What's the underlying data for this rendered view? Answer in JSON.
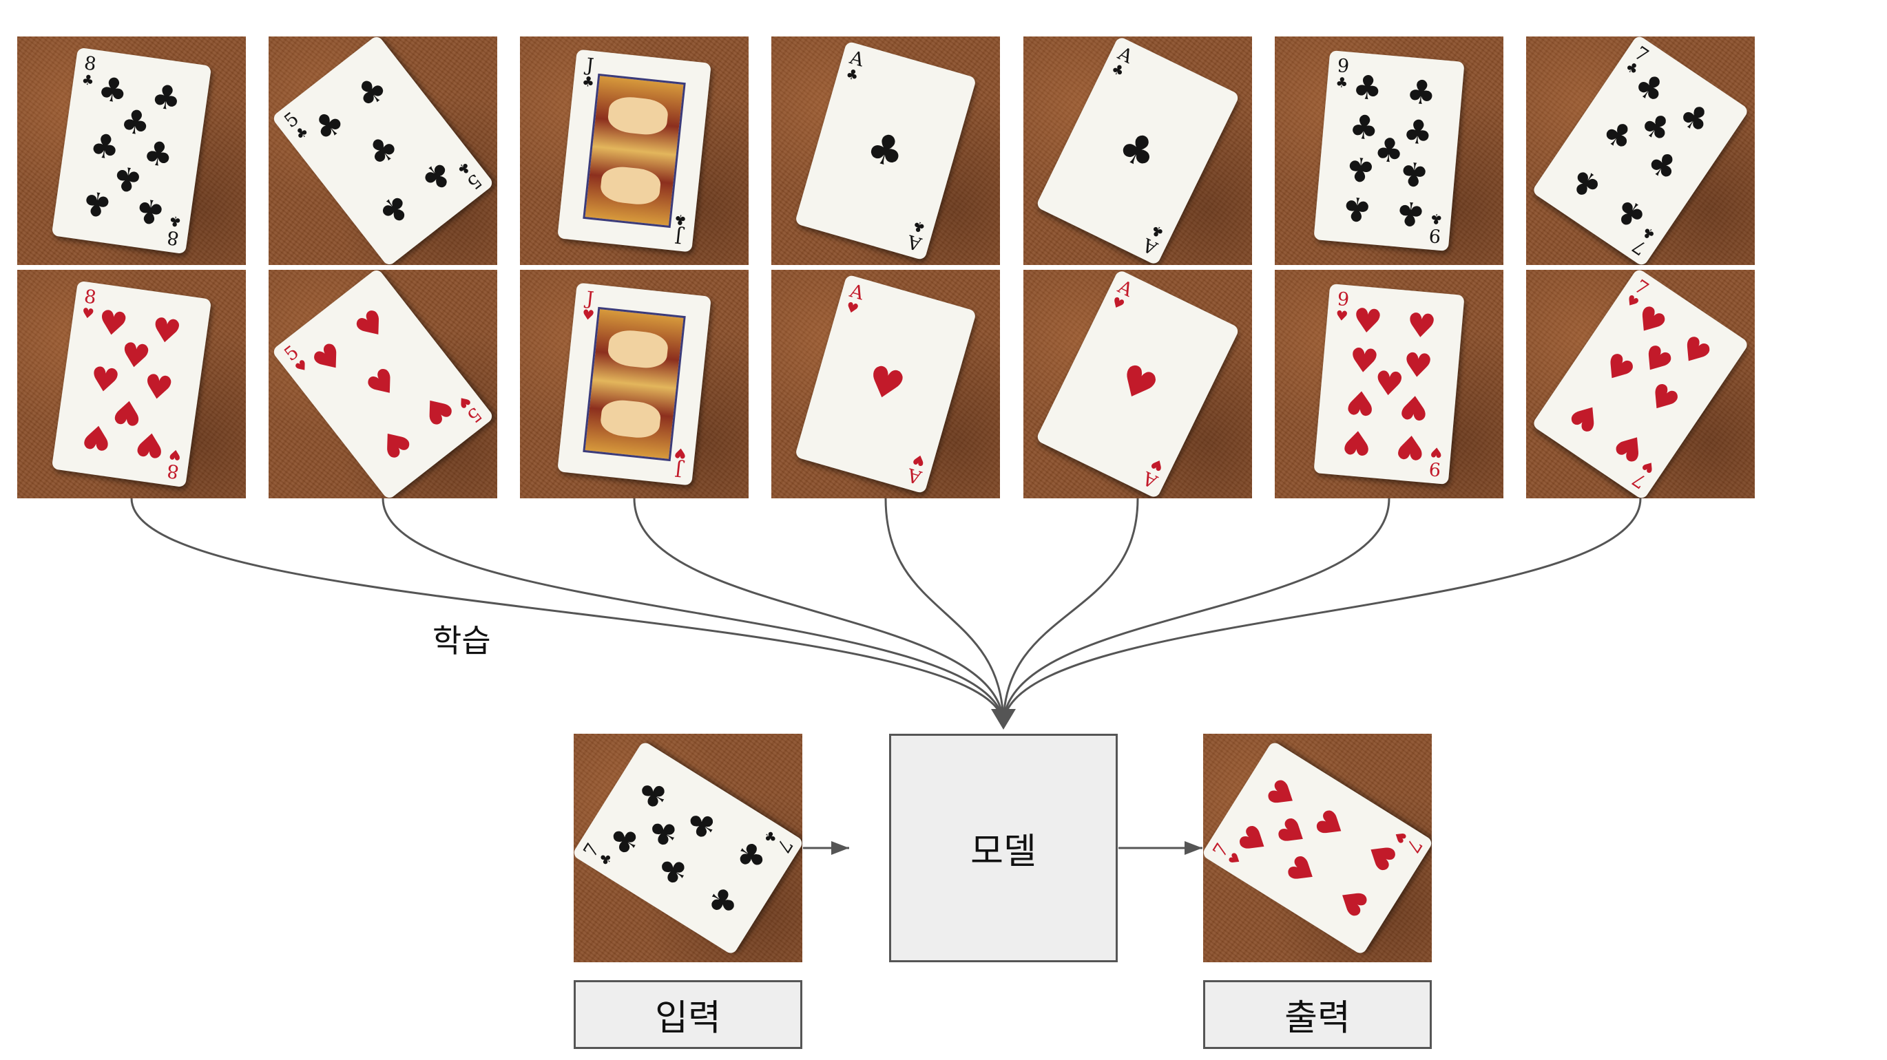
{
  "row_labels": {
    "input": "입력",
    "output": "출력"
  },
  "learning_label": "학습",
  "model_label": "모델",
  "bottom_labels": {
    "input": "입력",
    "output": "출력"
  },
  "input_cards": [
    {
      "rank": "8",
      "suit": "clubs",
      "color": "black"
    },
    {
      "rank": "5",
      "suit": "clubs",
      "color": "black"
    },
    {
      "rank": "J",
      "suit": "clubs",
      "color": "black"
    },
    {
      "rank": "A",
      "suit": "clubs",
      "color": "black"
    },
    {
      "rank": "A",
      "suit": "clubs",
      "color": "black"
    },
    {
      "rank": "9",
      "suit": "clubs",
      "color": "black"
    },
    {
      "rank": "7",
      "suit": "clubs",
      "color": "black"
    }
  ],
  "output_cards": [
    {
      "rank": "8",
      "suit": "hearts",
      "color": "red"
    },
    {
      "rank": "5",
      "suit": "hearts",
      "color": "red"
    },
    {
      "rank": "J",
      "suit": "hearts",
      "color": "red"
    },
    {
      "rank": "A",
      "suit": "hearts",
      "color": "red"
    },
    {
      "rank": "A",
      "suit": "hearts",
      "color": "red"
    },
    {
      "rank": "9",
      "suit": "hearts",
      "color": "red"
    },
    {
      "rank": "7",
      "suit": "hearts",
      "color": "red"
    }
  ],
  "test_input_card": {
    "rank": "7",
    "suit": "clubs",
    "color": "black"
  },
  "test_output_card": {
    "rank": "7",
    "suit": "hearts",
    "color": "red"
  },
  "colors": {
    "label_bg": "#eeeeee",
    "border": "#555555",
    "arrow": "#555555",
    "leather": "#8a4f2a",
    "card": "#f6f5ef",
    "club": "#141414",
    "heart": "#c21a2a"
  }
}
